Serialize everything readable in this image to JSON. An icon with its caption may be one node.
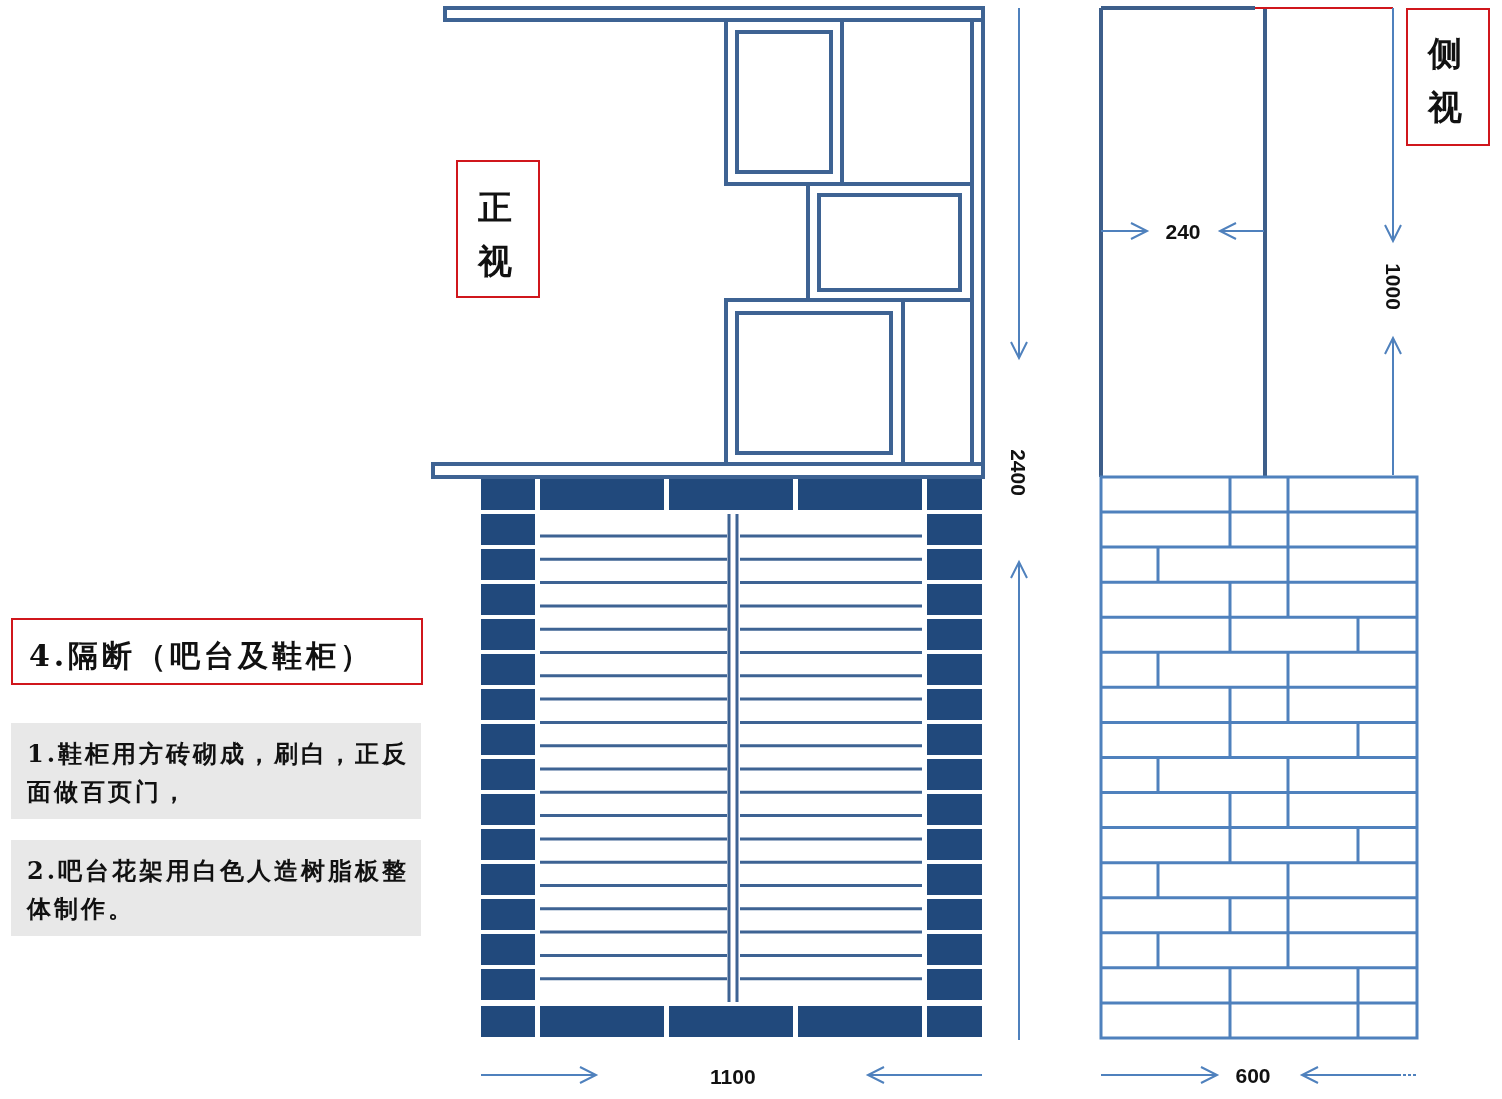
{
  "diagram": {
    "nodes": [
      {
        "text": [
          "4.隔断（吧台及鞋柜）"
        ]
      },
      {
        "text": [
          "1.鞋柜用方砖砌成，刷白，正反面做百页门，"
        ]
      },
      {
        "text": [
          "2.吧台花架用白色人造树脂板整体制作。"
        ]
      },
      {
        "text": [
          "正视"
        ]
      },
      {
        "text": [
          "侧视"
        ]
      }
    ],
    "labels": [
      "2400",
      "240",
      "1000",
      "1100",
      "600"
    ]
  }
}
